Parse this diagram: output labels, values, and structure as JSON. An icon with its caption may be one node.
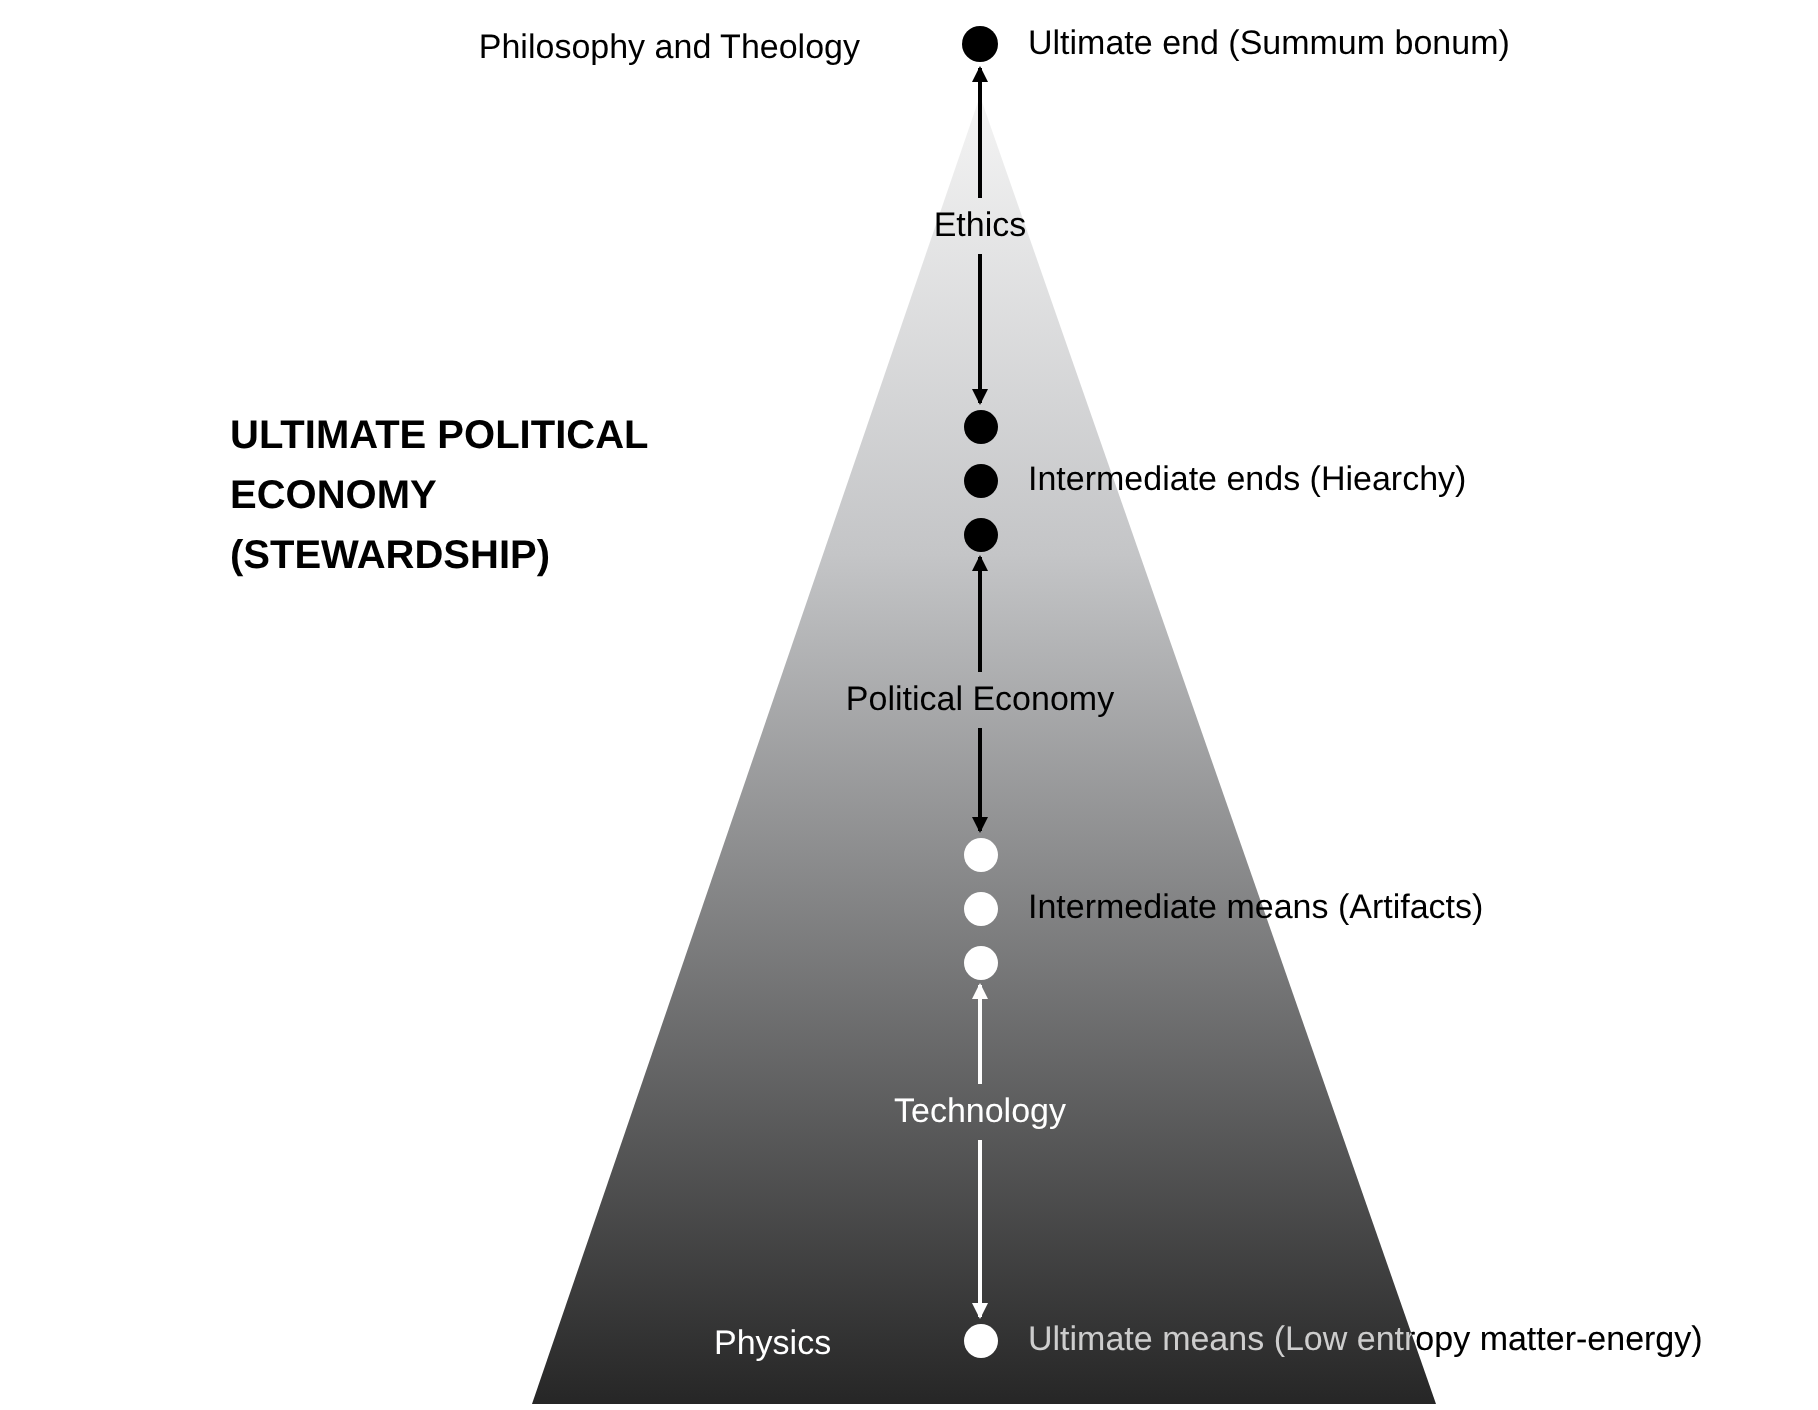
{
  "diagram": {
    "nodes": [
      {
        "text": [],
        "shape": "circle",
        "beside": [
          "Ultimate end (Summum bonum)"
        ]
      },
      {
        "text": [
          "Ethics"
        ]
      },
      {
        "text": [],
        "shape": "circle"
      },
      {
        "text": [],
        "shape": "circle",
        "beside": [
          "Intermediate ends (Hiearchy)"
        ]
      },
      {
        "text": [],
        "shape": "circle"
      },
      {
        "text": [
          "Political Economy"
        ]
      },
      {
        "text": [],
        "shape": "circle"
      },
      {
        "text": [],
        "shape": "circle",
        "beside": [
          "Intermediate means (Artifacts)"
        ]
      },
      {
        "text": [],
        "shape": "circle"
      },
      {
        "text": [
          "Technology"
        ]
      },
      {
        "text": [],
        "shape": "circle",
        "beside": [
          "Ultimate means (Low entropy matter-energy)"
        ]
      }
    ],
    "edges": [
      {
        "from": 1,
        "to": 0,
        "arrow": "to"
      },
      {
        "from": 1,
        "to": 2,
        "arrow": "to"
      },
      {
        "from": 5,
        "to": 4,
        "arrow": "to"
      },
      {
        "from": 5,
        "to": 6,
        "arrow": "to"
      },
      {
        "from": 9,
        "to": 8,
        "arrow": "to",
        "color": "#ffffff"
      },
      {
        "from": 9,
        "to": 10,
        "arrow": "to",
        "color": "#ffffff"
      }
    ],
    "labels": [
      "Philosophy and Theology",
      "ULTIMATE POLITICAL ECONOMY (STEWARDSHIP)",
      "Physics"
    ]
  }
}
